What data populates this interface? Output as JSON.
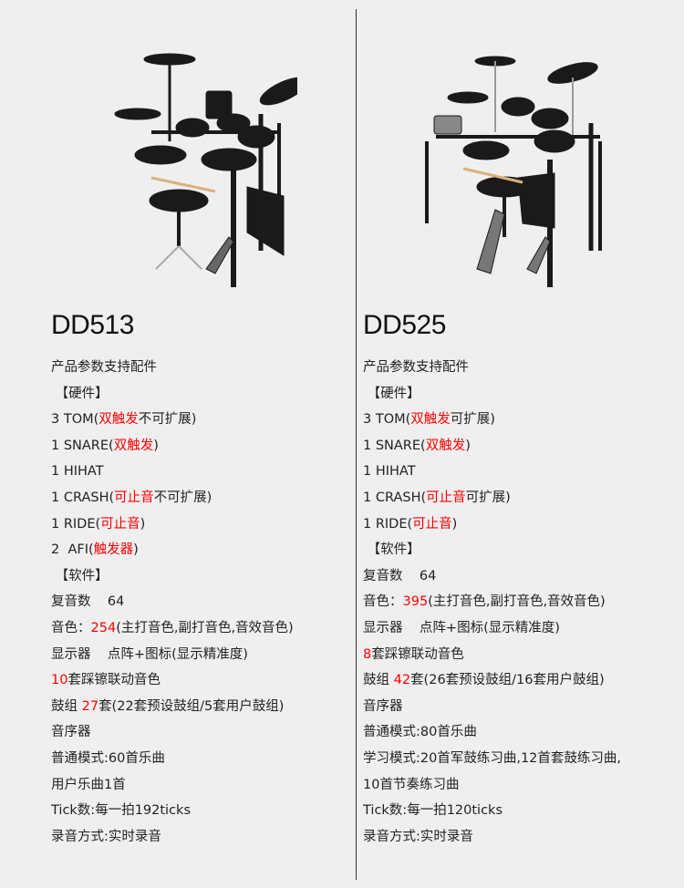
{
  "left": {
    "model": "DD513",
    "lines": [
      [
        {
          "t": "产品参数支持配件"
        }
      ],
      [
        {
          "t": " 【硬件】"
        }
      ],
      [
        {
          "t": "3 TOM("
        },
        {
          "t": "双触发",
          "red": true
        },
        {
          "t": "不可扩展)"
        }
      ],
      [
        {
          "t": "1 SNARE("
        },
        {
          "t": "双触发",
          "red": true
        },
        {
          "t": ")"
        }
      ],
      [
        {
          "t": "1 HIHAT"
        }
      ],
      [
        {
          "t": "1 CRASH("
        },
        {
          "t": "可止音",
          "red": true
        },
        {
          "t": "不可扩展)"
        }
      ],
      [
        {
          "t": "1 RIDE("
        },
        {
          "t": "可止音",
          "red": true
        },
        {
          "t": ")"
        }
      ],
      [
        {
          "t": "2  AFI("
        },
        {
          "t": "触发器",
          "red": true
        },
        {
          "t": ")"
        }
      ],
      [
        {
          "t": " 【软件】"
        }
      ],
      [
        {
          "t": "复音数    64"
        }
      ],
      [
        {
          "t": "音色："
        },
        {
          "t": "254",
          "red": true
        },
        {
          "t": "(主打音色,副打音色,音效音色)"
        }
      ],
      [
        {
          "t": "显示器    点阵+图标(显示精准度)"
        }
      ],
      [
        {
          "t": "10",
          "red": true
        },
        {
          "t": "套踩镲联动音色"
        }
      ],
      [
        {
          "t": "鼓组 "
        },
        {
          "t": "27",
          "red": true
        },
        {
          "t": "套(22套预设鼓组/5套用户鼓组)"
        }
      ],
      [
        {
          "t": "音序器"
        }
      ],
      [
        {
          "t": "普通模式:60首乐曲"
        }
      ],
      [
        {
          "t": "用户乐曲1首"
        }
      ],
      [
        {
          "t": "Tick数:每一拍192ticks"
        }
      ],
      [
        {
          "t": "录音方式:实时录音"
        }
      ]
    ]
  },
  "right": {
    "model": "DD525",
    "lines": [
      [
        {
          "t": "产品参数支持配件"
        }
      ],
      [
        {
          "t": " 【硬件】"
        }
      ],
      [
        {
          "t": "3 TOM("
        },
        {
          "t": "双触发",
          "red": true
        },
        {
          "t": "可扩展)"
        }
      ],
      [
        {
          "t": "1 SNARE("
        },
        {
          "t": "双触发",
          "red": true
        },
        {
          "t": ")"
        }
      ],
      [
        {
          "t": "1 HIHAT"
        }
      ],
      [
        {
          "t": "1 CRASH("
        },
        {
          "t": "可止音",
          "red": true
        },
        {
          "t": "可扩展)"
        }
      ],
      [
        {
          "t": "1 RIDE("
        },
        {
          "t": "可止音",
          "red": true
        },
        {
          "t": ")"
        }
      ],
      [
        {
          "t": " 【软件】"
        }
      ],
      [
        {
          "t": "复音数    64"
        }
      ],
      [
        {
          "t": "音色："
        },
        {
          "t": "395",
          "red": true
        },
        {
          "t": "(主打音色,副打音色,音效音色)"
        }
      ],
      [
        {
          "t": "显示器    点阵+图标(显示精准度)"
        }
      ],
      [
        {
          "t": "8",
          "red": true
        },
        {
          "t": "套踩镲联动音色"
        }
      ],
      [
        {
          "t": "鼓组 "
        },
        {
          "t": "42",
          "red": true
        },
        {
          "t": "套(26套预设鼓组/16套用户鼓组)"
        }
      ],
      [
        {
          "t": "音序器"
        }
      ],
      [
        {
          "t": "普通模式:80首乐曲"
        }
      ],
      [
        {
          "t": "学习模式:20首军鼓练习曲,12首套鼓练习曲,"
        }
      ],
      [
        {
          "t": "10首节奏练习曲"
        }
      ],
      [
        {
          "t": "Tick数:每一拍120ticks"
        }
      ],
      [
        {
          "t": "录音方式:实时录音"
        }
      ]
    ]
  },
  "colors": {
    "highlight": "#ff0000",
    "text": "#222222",
    "background": "#efefef"
  }
}
